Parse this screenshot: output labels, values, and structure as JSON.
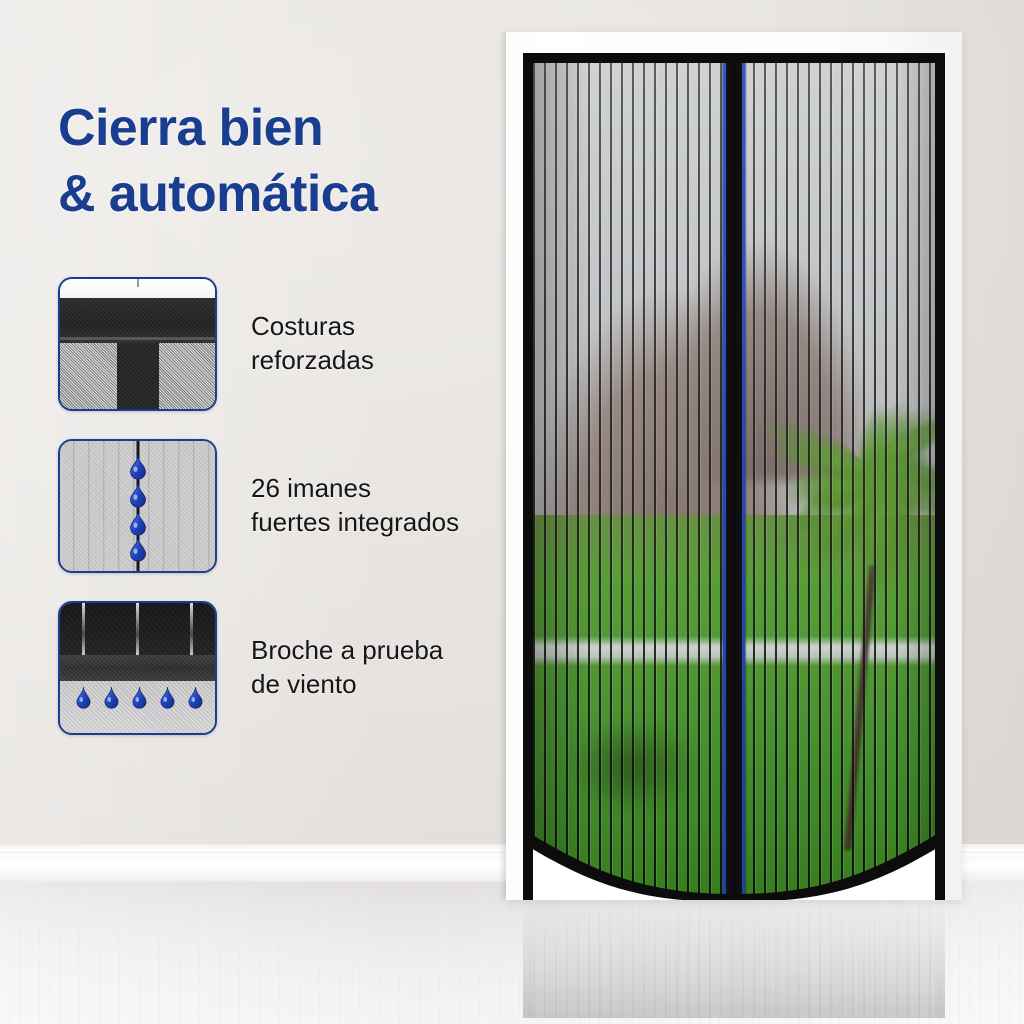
{
  "headline": {
    "line1": "Cierra bien",
    "line2": "& automática",
    "color": "#1a3e8f"
  },
  "features": [
    {
      "id": "reinforced-seams",
      "label_line1": "Costuras",
      "label_line2": "reforzadas",
      "thumb_name": "reinforced-seam-thumbnail"
    },
    {
      "id": "magnets",
      "label_line1": "26 imanes",
      "label_line2": "fuertes integrados",
      "thumb_name": "magnets-thumbnail",
      "magnet_count": 4
    },
    {
      "id": "windproof-clasp",
      "label_line1": "Broche a prueba",
      "label_line2": "de viento",
      "thumb_name": "windproof-hem-thumbnail",
      "weight_count": 5
    }
  ],
  "product": {
    "name": "magnetic-screen-door",
    "frame_color": "#0c0c0d",
    "casing_color": "#ffffff",
    "seam_accent_color": "#2346c0",
    "mesh_color": "#08080a",
    "panels": 2
  },
  "scene": {
    "wall_color": "#e9e6e2",
    "baseboard_color": "#ffffff",
    "floor_color": "#ecebea",
    "sky_color": "#bcbec0",
    "hill_color": "#87766f",
    "lawn_color": "#47962a",
    "palm_color": "#569622",
    "trunk_color": "#4a3a2a",
    "path_color": "#dedfe0"
  },
  "accent": {
    "blue": "#1b3d91",
    "magnet_blue": "#2348c8",
    "text_dark": "#16161a"
  }
}
